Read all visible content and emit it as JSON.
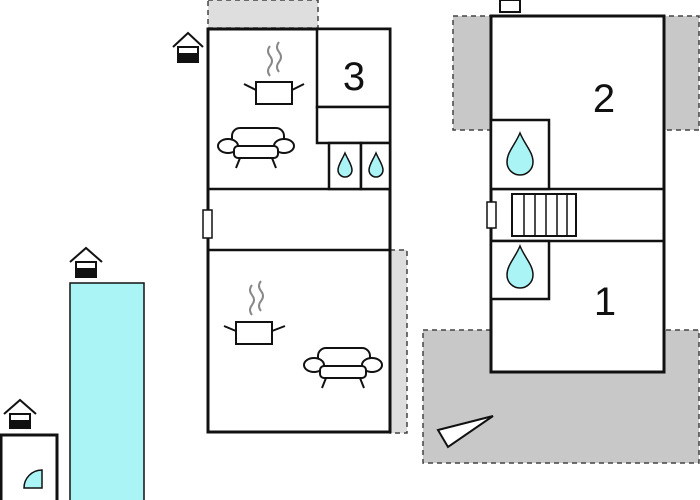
{
  "colors": {
    "wall": "#111111",
    "outdoor_area": "#c8c8c8",
    "pool_water": "#aaf4f6",
    "drop_water": "#aaf4f6",
    "background": "#ffffff"
  },
  "rooms": [
    {
      "number": "3"
    },
    {
      "number": "2"
    },
    {
      "number": "1"
    }
  ],
  "icons": [
    "house-entrance-icon",
    "cooking-pot-icon",
    "sofa-icon",
    "water-drop-icon",
    "door-icon",
    "staircase-icon",
    "terrace-marker-icon",
    "shower-icon"
  ]
}
